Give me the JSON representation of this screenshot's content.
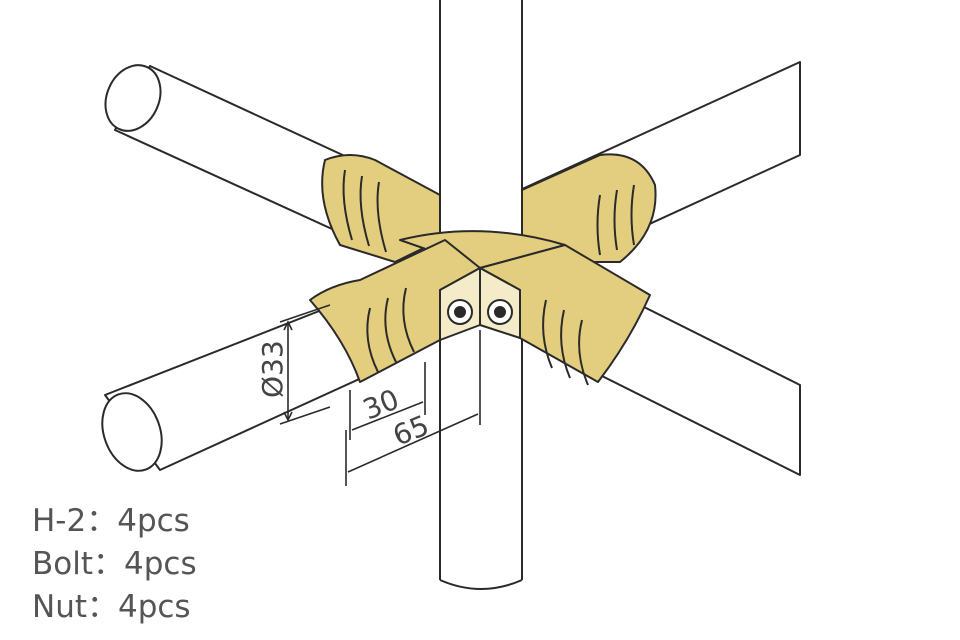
{
  "dimensions": {
    "diameter": "Ø33",
    "inner_length": "30",
    "outer_length": "65"
  },
  "parts_list": [
    {
      "text": "H-2：4pcs"
    },
    {
      "text": "Bolt：4pcs"
    },
    {
      "text": "Nut：4pcs"
    }
  ],
  "colors": {
    "joint_fill": "#e3cd7e",
    "line": "#2a2a2a",
    "pipe_fill": "#ffffff",
    "text": "#555555"
  }
}
